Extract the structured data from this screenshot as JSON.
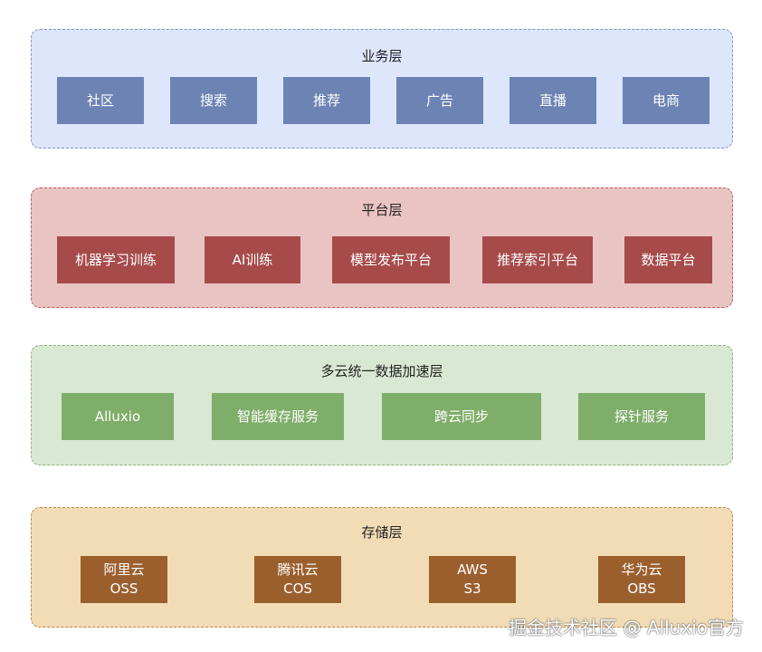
{
  "layers": {
    "business": {
      "title": "业务层",
      "items": [
        "社区",
        "搜索",
        "推荐",
        "广告",
        "直播",
        "电商"
      ]
    },
    "platform": {
      "title": "平台层",
      "items": [
        "机器学习训练",
        "AI训练",
        "模型发布平台",
        "推荐索引平台",
        "数据平台"
      ]
    },
    "accel": {
      "title": "多云统一数据加速层",
      "items": [
        "Alluxio",
        "智能缓存服务",
        "跨云同步",
        "探针服务"
      ]
    },
    "storage": {
      "title": "存储层",
      "items": [
        {
          "name": "阿里云",
          "service": "OSS"
        },
        {
          "name": "腾讯云",
          "service": "COS"
        },
        {
          "name": "AWS",
          "service": "S3"
        },
        {
          "name": "华为云",
          "service": "OBS"
        }
      ]
    }
  },
  "watermark": "掘金技术社区 @ Alluxio官方",
  "colors": {
    "business_bg": "#dde6fb",
    "business_box": "#6c83b4",
    "platform_bg": "#eac4c3",
    "platform_box": "#a64b4a",
    "accel_bg": "#d9e8d2",
    "accel_box": "#7fae6a",
    "storage_bg": "#f1dcb6",
    "storage_box": "#9b5f2e"
  }
}
